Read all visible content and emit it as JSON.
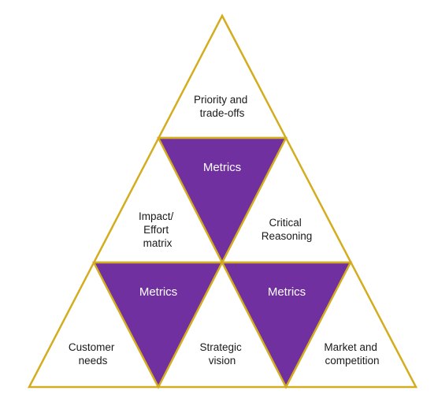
{
  "diagram": {
    "colors": {
      "outline": "#D4AD1F",
      "metrics_fill": "#7030A0",
      "metrics_text": "#ffffff",
      "label_text": "#1a1a1a",
      "background": "#ffffff"
    },
    "top": {
      "line1": "Priority and",
      "line2": "trade-offs"
    },
    "metrics_upper": {
      "label": "Metrics"
    },
    "impact": {
      "line1": "Impact/",
      "line2": "Effort",
      "line3": "matrix"
    },
    "critical": {
      "line1": "Critical",
      "line2": "Reasoning"
    },
    "metrics_lower_left": {
      "label": "Metrics"
    },
    "metrics_lower_right": {
      "label": "Metrics"
    },
    "customer": {
      "line1": "Customer",
      "line2": "needs"
    },
    "strategic": {
      "line1": "Strategic",
      "line2": "vision"
    },
    "market": {
      "line1": "Market and",
      "line2": "competition"
    }
  }
}
